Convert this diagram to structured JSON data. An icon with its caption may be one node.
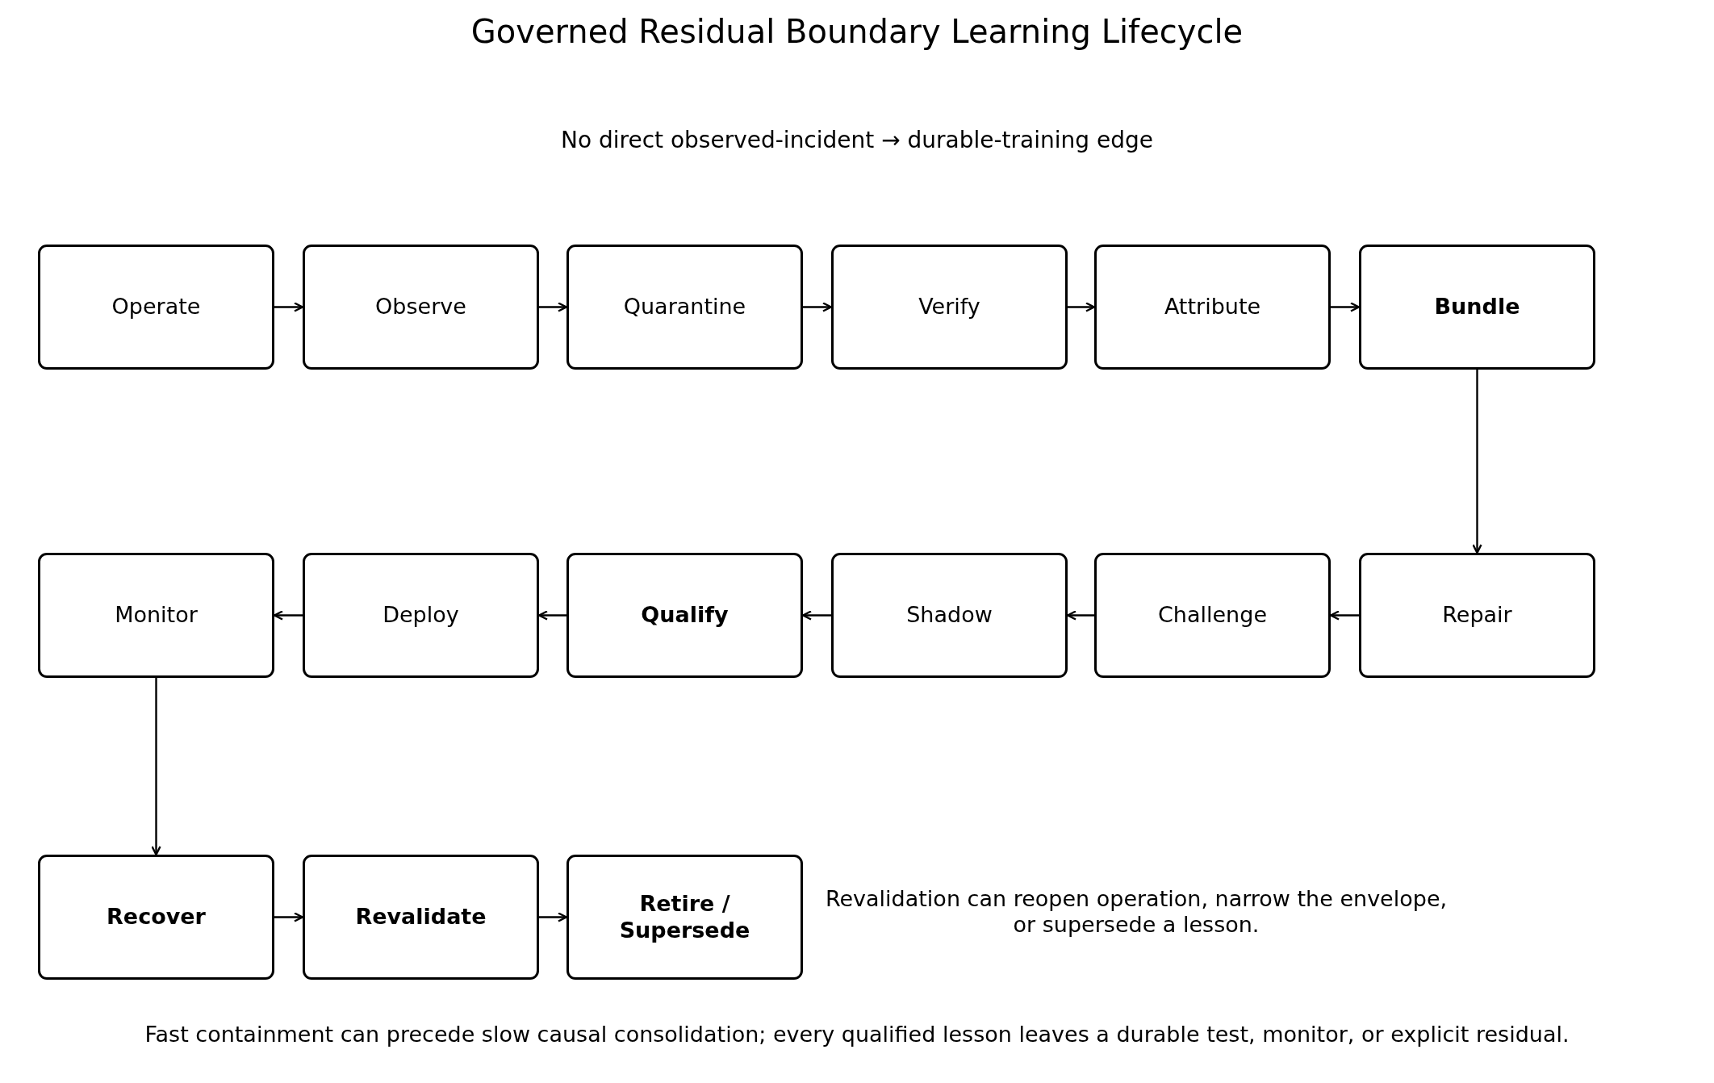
{
  "diagram": {
    "title": "Governed Residual Boundary Learning Lifecycle",
    "caption": "Fast containment can precede slow causal consolidation; every qualified lesson leaves a durable test, monitor, or explicit residual.",
    "nodes": [
      {
        "text": [
          "Operate"
        ]
      },
      {
        "text": [
          "Observe"
        ]
      },
      {
        "text": [
          "Quarantine"
        ]
      },
      {
        "text": [
          "Verify"
        ]
      },
      {
        "text": [
          "Attribute"
        ]
      },
      {
        "text": [
          "Bundle"
        ]
      },
      {
        "text": [
          "Monitor"
        ]
      },
      {
        "text": [
          "Deploy"
        ]
      },
      {
        "text": [
          "Qualify"
        ]
      },
      {
        "text": [
          "Shadow"
        ]
      },
      {
        "text": [
          "Challenge"
        ]
      },
      {
        "text": [
          "Repair"
        ]
      },
      {
        "text": [
          "Recover"
        ]
      },
      {
        "text": [
          "Revalidate"
        ]
      },
      {
        "text": [
          "Retire / Supersede"
        ]
      }
    ],
    "edges": [
      {
        "from": 0,
        "to": 1,
        "arrow": "to"
      },
      {
        "from": 1,
        "to": 2,
        "arrow": "to"
      },
      {
        "from": 2,
        "to": 3,
        "arrow": "to"
      },
      {
        "from": 3,
        "to": 4,
        "arrow": "to"
      },
      {
        "from": 4,
        "to": 5,
        "arrow": "to"
      },
      {
        "from": 5,
        "to": 11,
        "arrow": "to"
      },
      {
        "from": 11,
        "to": 10,
        "arrow": "to"
      },
      {
        "from": 10,
        "to": 9,
        "arrow": "to"
      },
      {
        "from": 9,
        "to": 8,
        "arrow": "to"
      },
      {
        "from": 8,
        "to": 7,
        "arrow": "to"
      },
      {
        "from": 7,
        "to": 6,
        "arrow": "to"
      },
      {
        "from": 6,
        "to": 12,
        "arrow": "to"
      },
      {
        "from": 12,
        "to": 13,
        "arrow": "to"
      },
      {
        "from": 13,
        "to": 14,
        "arrow": "to"
      }
    ],
    "labels": [
      "No direct observed-incident → durable-training edge",
      "Revalidation can reopen operation, narrow the envelope, or supersede a lesson."
    ]
  }
}
